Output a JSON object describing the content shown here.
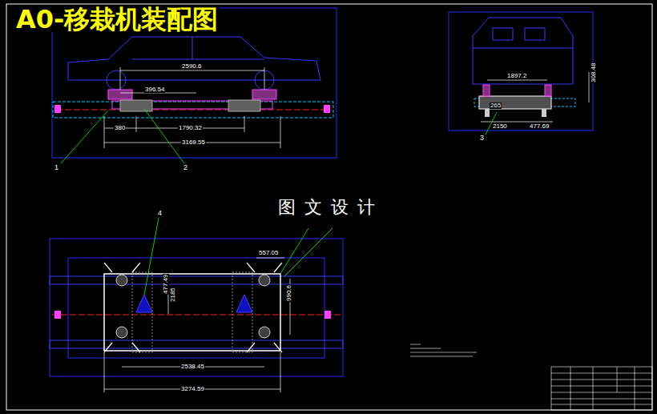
{
  "diagram": {
    "title": "A0-移栽机装配图",
    "labels": [
      "2590.6",
      "396.54",
      "380",
      "1790.32",
      "3169.55",
      "1",
      "2",
      "1897.2",
      "265",
      "2150",
      "477.69",
      "308.48",
      "3",
      "4",
      "557.05",
      "477.49",
      "2185",
      "990.6",
      "2538.45",
      "3274.59",
      "图 文 设 计"
    ]
  }
}
